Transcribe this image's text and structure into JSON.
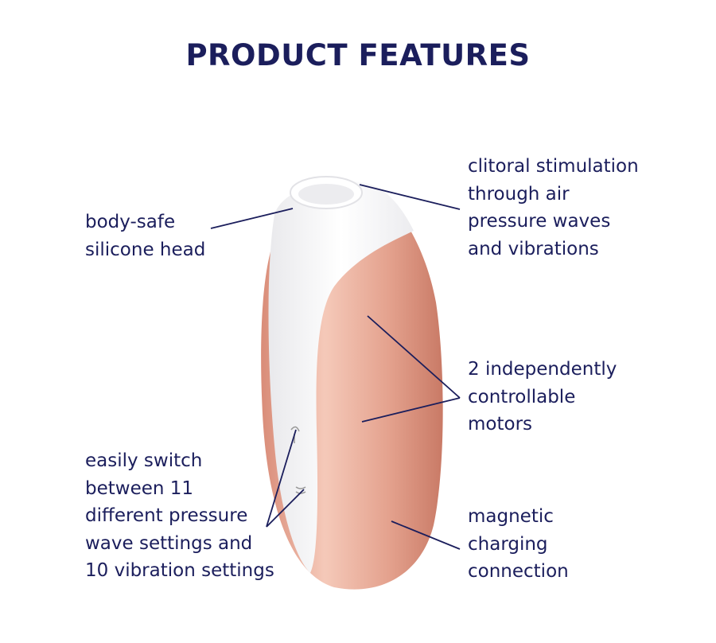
{
  "title": "PRODUCT FEATURES",
  "features": {
    "head": [
      "body-safe",
      "silicone head"
    ],
    "stimulation": [
      "clitoral stimulation",
      "through air",
      "pressure waves",
      "and vibrations"
    ],
    "motors": [
      "2 independently",
      "controllable",
      "motors"
    ],
    "settings": [
      "easily switch",
      "between 11",
      "different pressure",
      "wave settings and",
      "10 vibration settings"
    ],
    "charging": [
      "magnetic",
      "charging",
      "connection"
    ]
  },
  "colors": {
    "text": "#1b1e5c",
    "copper_light": "#f2c2b2",
    "copper_dark": "#c97a66",
    "head": "#ffffff"
  }
}
